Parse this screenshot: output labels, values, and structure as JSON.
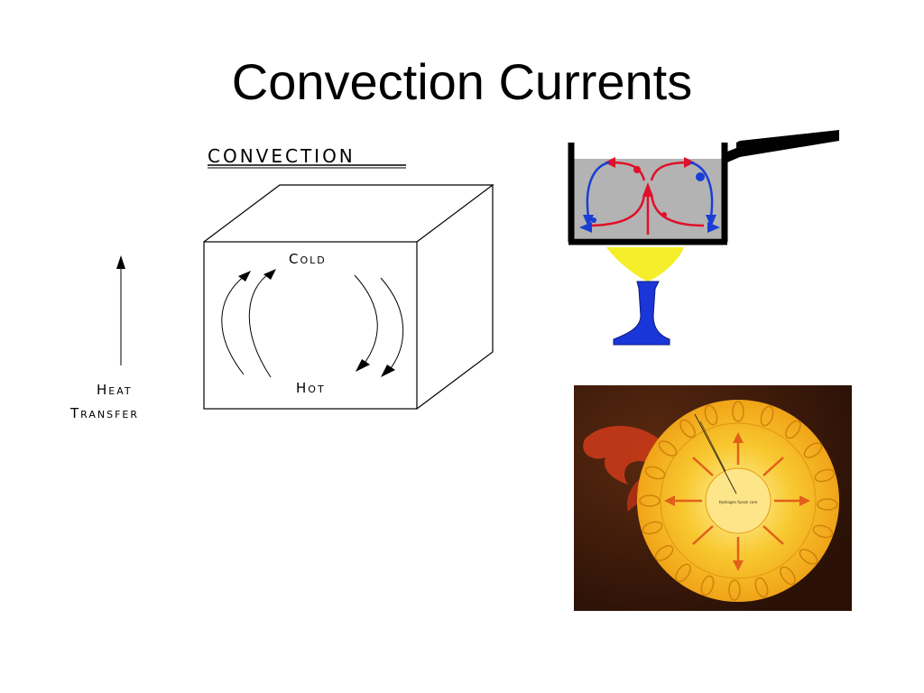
{
  "slide": {
    "title": "Convection Currents"
  },
  "cube_diagram": {
    "heading": "CONVECTION",
    "top_label": "Cold",
    "bottom_label": "Hot",
    "side_label_line1": "Heat",
    "side_label_line2": "Transfer"
  },
  "colors": {
    "pot_water": "#b3b3b3",
    "hot_arrow": "#e0102a",
    "cold_arrow": "#1a3dd6",
    "flame": "#f5ee2a",
    "burner": "#1a36d8",
    "sun_core": "#f5b51a",
    "sun_background": "#3a1808"
  },
  "sun_diagram": {
    "core_label": "Hydrogen fusion core"
  }
}
